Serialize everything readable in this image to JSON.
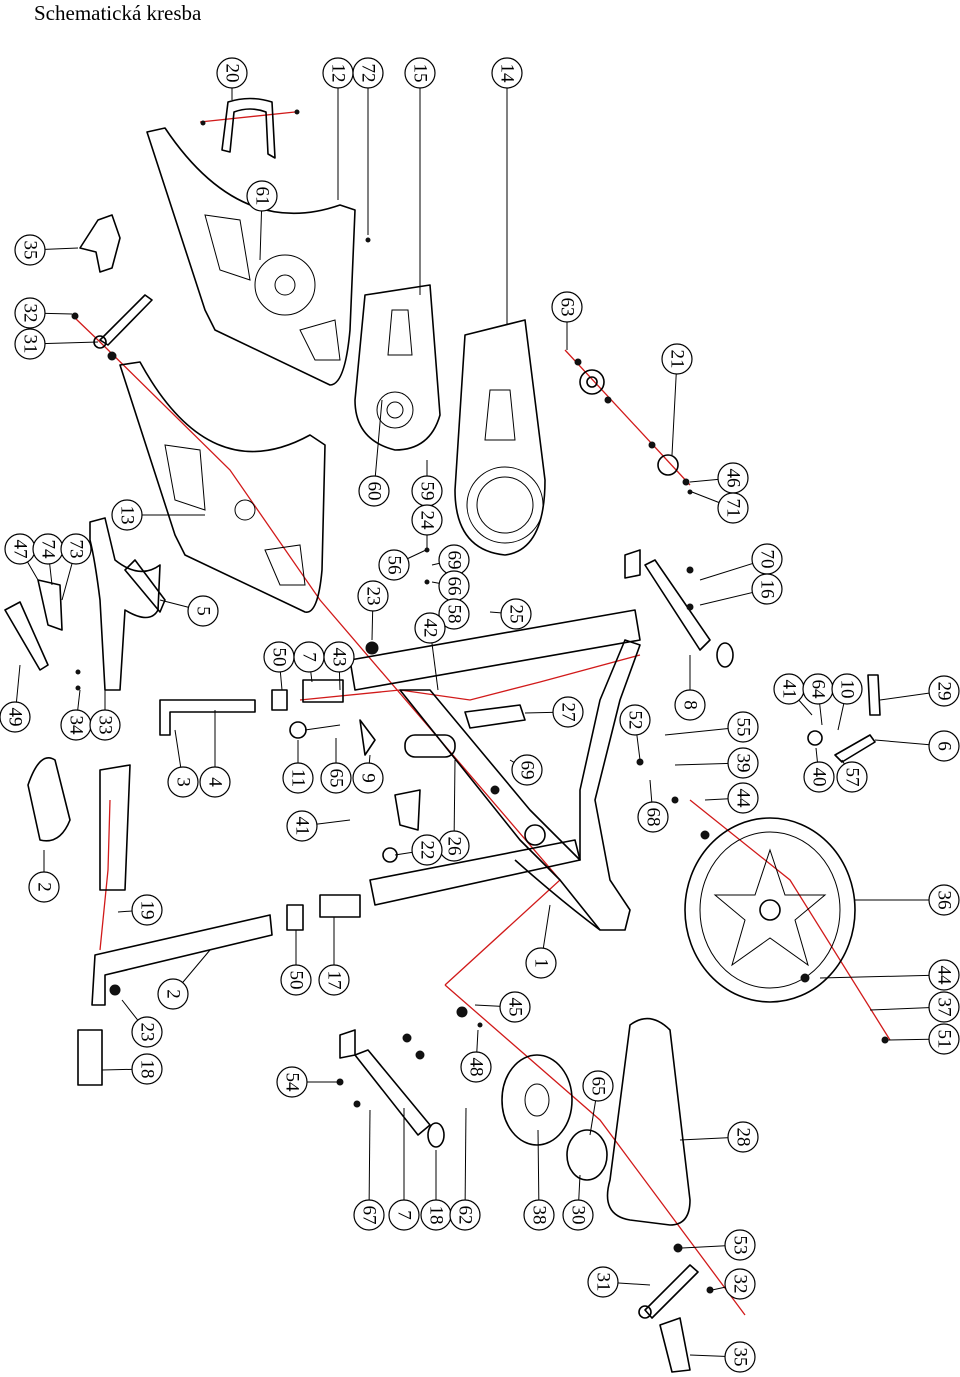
{
  "header": {
    "title": "Schematická kresba"
  },
  "callouts": [
    {
      "label": "20"
    },
    {
      "label": "12"
    },
    {
      "label": "72"
    },
    {
      "label": "15"
    },
    {
      "label": "14"
    },
    {
      "label": "35"
    },
    {
      "label": "31"
    },
    {
      "label": "32"
    },
    {
      "label": "61"
    },
    {
      "label": "63"
    },
    {
      "label": "21"
    },
    {
      "label": "46"
    },
    {
      "label": "71"
    },
    {
      "label": "60"
    },
    {
      "label": "59"
    },
    {
      "label": "13"
    },
    {
      "label": "24"
    },
    {
      "label": "47"
    },
    {
      "label": "74"
    },
    {
      "label": "73"
    },
    {
      "label": "56"
    },
    {
      "label": "69"
    },
    {
      "label": "66"
    },
    {
      "label": "70"
    },
    {
      "label": "16"
    },
    {
      "label": "5"
    },
    {
      "label": "23"
    },
    {
      "label": "58"
    },
    {
      "label": "25"
    },
    {
      "label": "49"
    },
    {
      "label": "50"
    },
    {
      "label": "7"
    },
    {
      "label": "43"
    },
    {
      "label": "42"
    },
    {
      "label": "8"
    },
    {
      "label": "41"
    },
    {
      "label": "64"
    },
    {
      "label": "10"
    },
    {
      "label": "29"
    },
    {
      "label": "34"
    },
    {
      "label": "33"
    },
    {
      "label": "27"
    },
    {
      "label": "52"
    },
    {
      "label": "55"
    },
    {
      "label": "39"
    },
    {
      "label": "6"
    },
    {
      "label": "40"
    },
    {
      "label": "57"
    },
    {
      "label": "3"
    },
    {
      "label": "4"
    },
    {
      "label": "11"
    },
    {
      "label": "65"
    },
    {
      "label": "9"
    },
    {
      "label": "69"
    },
    {
      "label": "68"
    },
    {
      "label": "44"
    },
    {
      "label": "41"
    },
    {
      "label": "26"
    },
    {
      "label": "22"
    },
    {
      "label": "2"
    },
    {
      "label": "36"
    },
    {
      "label": "19"
    },
    {
      "label": "1"
    },
    {
      "label": "44"
    },
    {
      "label": "37"
    },
    {
      "label": "2"
    },
    {
      "label": "50"
    },
    {
      "label": "17"
    },
    {
      "label": "45"
    },
    {
      "label": "51"
    },
    {
      "label": "23"
    },
    {
      "label": "18"
    },
    {
      "label": "54"
    },
    {
      "label": "48"
    },
    {
      "label": "65"
    },
    {
      "label": "28"
    },
    {
      "label": "67"
    },
    {
      "label": "7"
    },
    {
      "label": "18"
    },
    {
      "label": "62"
    },
    {
      "label": "38"
    },
    {
      "label": "30"
    },
    {
      "label": "53"
    },
    {
      "label": "31"
    },
    {
      "label": "32"
    },
    {
      "label": "35"
    }
  ]
}
